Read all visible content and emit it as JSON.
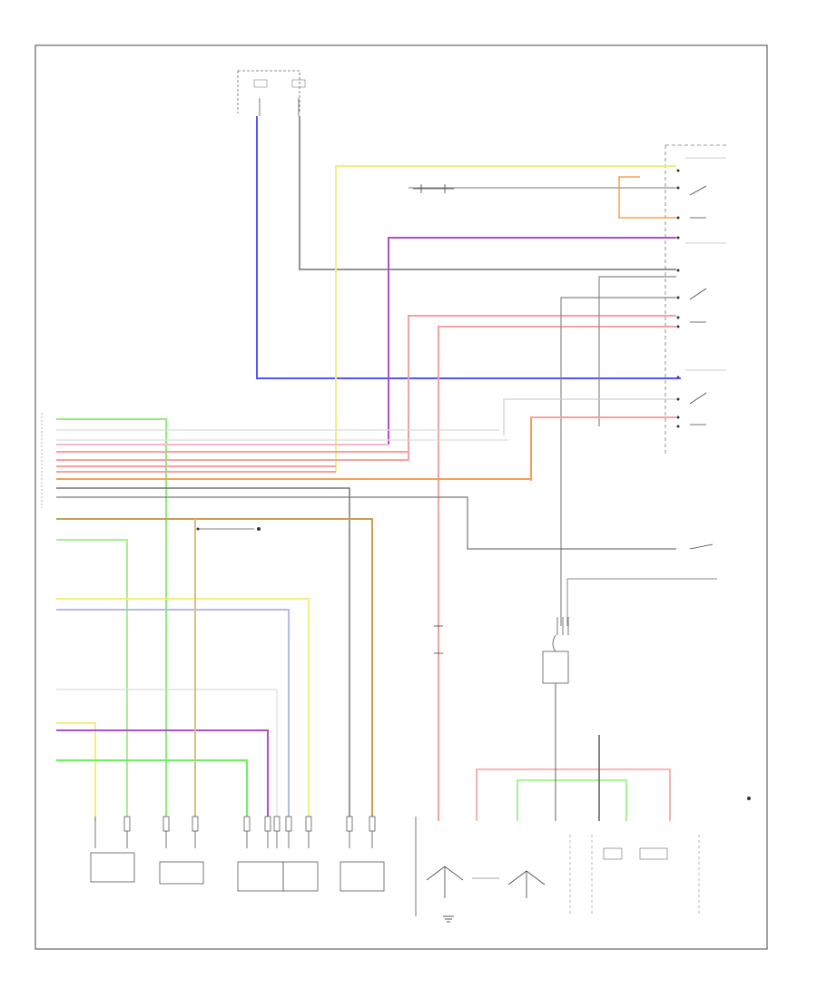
{
  "diagram": {
    "footer_code": "",
    "wire_colors": {
      "blue": "#5555ff",
      "purple": "#b050c8",
      "yellow": "#f4ef7a",
      "orange": "#f7a050",
      "pink": "#f7a0a0",
      "lightgreen": "#8ef07a",
      "lightgray": "#cfcfcf",
      "gray": "#707070",
      "tan": "#c8a056",
      "lavender": "#b8b8f0",
      "black": "#555555"
    },
    "components": [
      {
        "name": "top-fuse-block",
        "label": ""
      },
      {
        "name": "front-lh-sensor",
        "label": ""
      },
      {
        "name": "rear-lh-sensor",
        "label": ""
      },
      {
        "name": "front-rh-sensor",
        "label": ""
      },
      {
        "name": "rear-rh-sensor",
        "label": ""
      },
      {
        "name": "abs-pump-motor",
        "label": ""
      },
      {
        "name": "abs-relay",
        "label": ""
      },
      {
        "name": "abs-solenoid-relay",
        "label": ""
      }
    ]
  }
}
